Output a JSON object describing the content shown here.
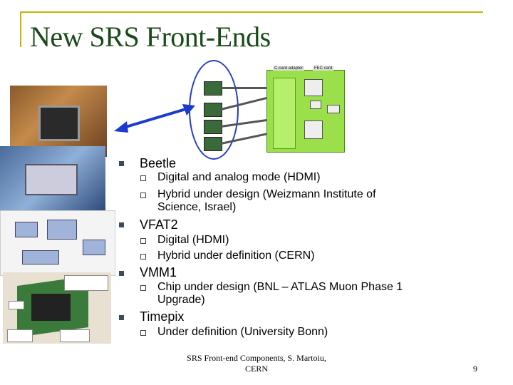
{
  "title": "New SRS Front-Ends",
  "bullets": [
    {
      "label": "Beetle",
      "subs": [
        "Digital and analog mode (HDMI)",
        "Hybrid under design (Weizmann Institute of Science, Israel)"
      ]
    },
    {
      "label": "VFAT2",
      "subs": [
        "Digital (HDMI)",
        "Hybrid under definition (CERN)"
      ]
    },
    {
      "label": "VMM1",
      "subs": [
        "Chip under design (BNL – ATLAS Muon Phase 1 Upgrade)"
      ]
    },
    {
      "label": "Timepix",
      "subs": [
        "Under definition (University Bonn)"
      ]
    }
  ],
  "diagram": {
    "adapter_label": "C-card adapter",
    "fec_label": "FEC card"
  },
  "footer": {
    "line1": "SRS Front-end Components, S. Martoiu,",
    "line2": "CERN"
  },
  "page_number": "9",
  "colors": {
    "title": "#1a4a1a",
    "frame": "#c8b400",
    "arrow": "#1a3ad0",
    "board": "#9be04a"
  }
}
